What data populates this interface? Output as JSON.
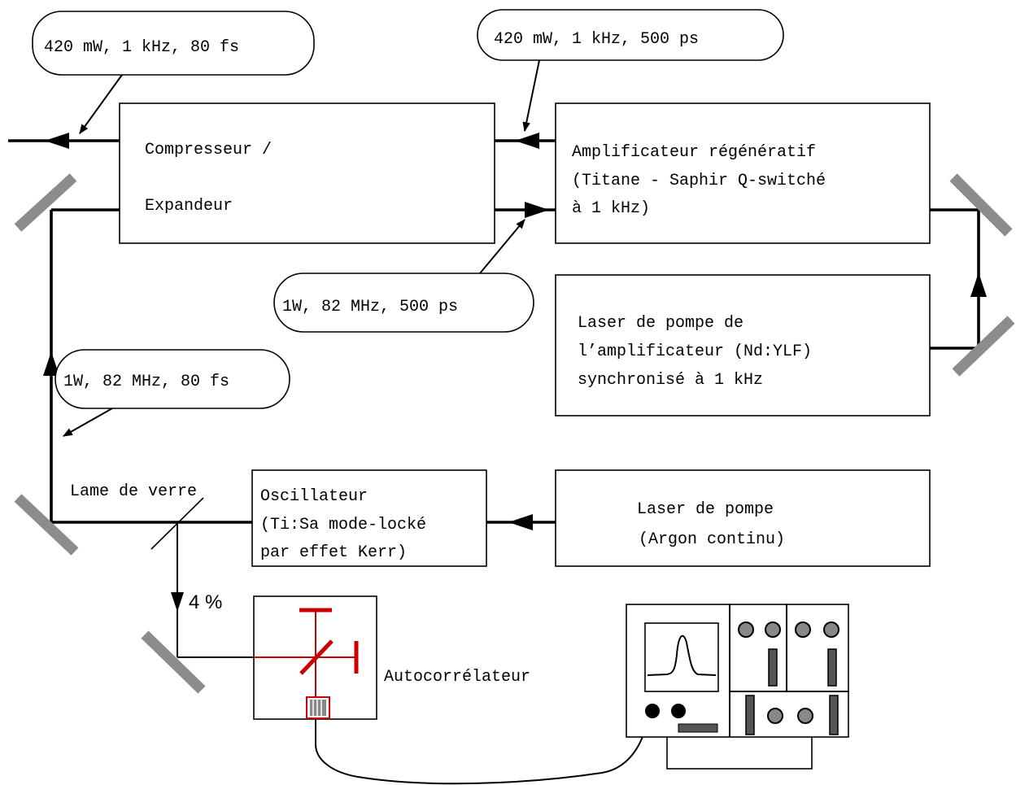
{
  "blocks": {
    "compressor": {
      "line1": "Compresseur /",
      "line2": "Expandeur"
    },
    "amplifier": {
      "line1": "Amplificateur régénératif",
      "line2": "(Titane - Saphir Q-switché",
      "line3": "à 1 kHz)"
    },
    "pump_amp": {
      "line1": "Laser de pompe de",
      "line2": "l’amplificateur (Nd:YLF)",
      "line3": "synchronisé à 1 kHz"
    },
    "oscillator": {
      "line1": "Oscillateur",
      "line2": "(Ti:Sa mode-locké",
      "line3": "par effet Kerr)"
    },
    "pump_osc": {
      "line1": "Laser de pompe",
      "line2": "(Argon continu)"
    }
  },
  "callouts": {
    "output": "420 mW, 1 kHz, 80 fs",
    "amp_out": "420 mW, 1 kHz, 500 ps",
    "stretched": "1W, 82 MHz, 500 ps",
    "osc_out": "1W, 82 MHz, 80 fs"
  },
  "labels": {
    "glass_plate": "Lame de verre",
    "fraction": "4 %",
    "autocorrelator": "Autocorrélateur"
  },
  "colors": {
    "beam": "#000000",
    "mirror": "#8c8c8c",
    "autocorrelator_optics": "#cc0000",
    "oscilloscope_panel": "#555555"
  }
}
